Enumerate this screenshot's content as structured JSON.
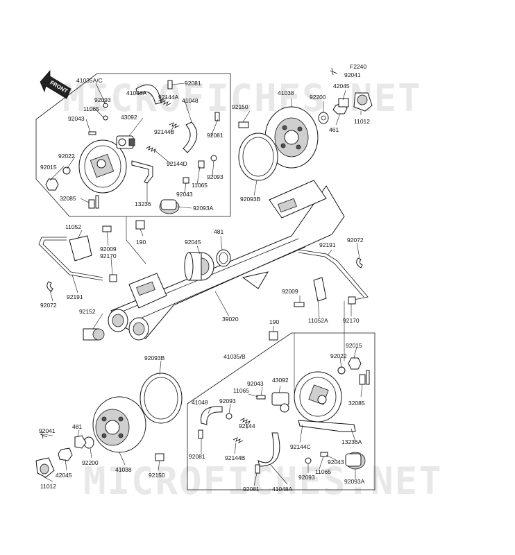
{
  "diagram": {
    "figure_code": "F2240",
    "front_label": "FRONT",
    "watermark_top": "MICROFICHES.NET",
    "watermark_bottom": "MICROFICHES.NET",
    "labels": [
      "41035A/C",
      "92093",
      "11065",
      "92043",
      "92022",
      "92015",
      "32085",
      "41048A",
      "92081",
      "92144A",
      "41048",
      "43092",
      "92144B",
      "92144D",
      "92081",
      "92093",
      "11065",
      "92043",
      "13236",
      "92093A",
      "92041",
      "42045",
      "41038",
      "92200",
      "92150",
      "461",
      "11012",
      "92093B",
      "11052",
      "92009",
      "92170",
      "190",
      "92045",
      "481",
      "92191",
      "92072",
      "92072",
      "92191",
      "92152",
      "39020",
      "92009",
      "11052A",
      "92170",
      "190",
      "92093B",
      "41035/B",
      "92043",
      "43092",
      "11065",
      "41048",
      "92093",
      "92144",
      "92144B",
      "92144C",
      "92081",
      "92093",
      "11065",
      "92081",
      "41048A",
      "92015",
      "92022",
      "32085",
      "13236A",
      "92043",
      "92093A",
      "92041",
      "481",
      "42045",
      "92200",
      "11012",
      "41038",
      "92150"
    ]
  }
}
